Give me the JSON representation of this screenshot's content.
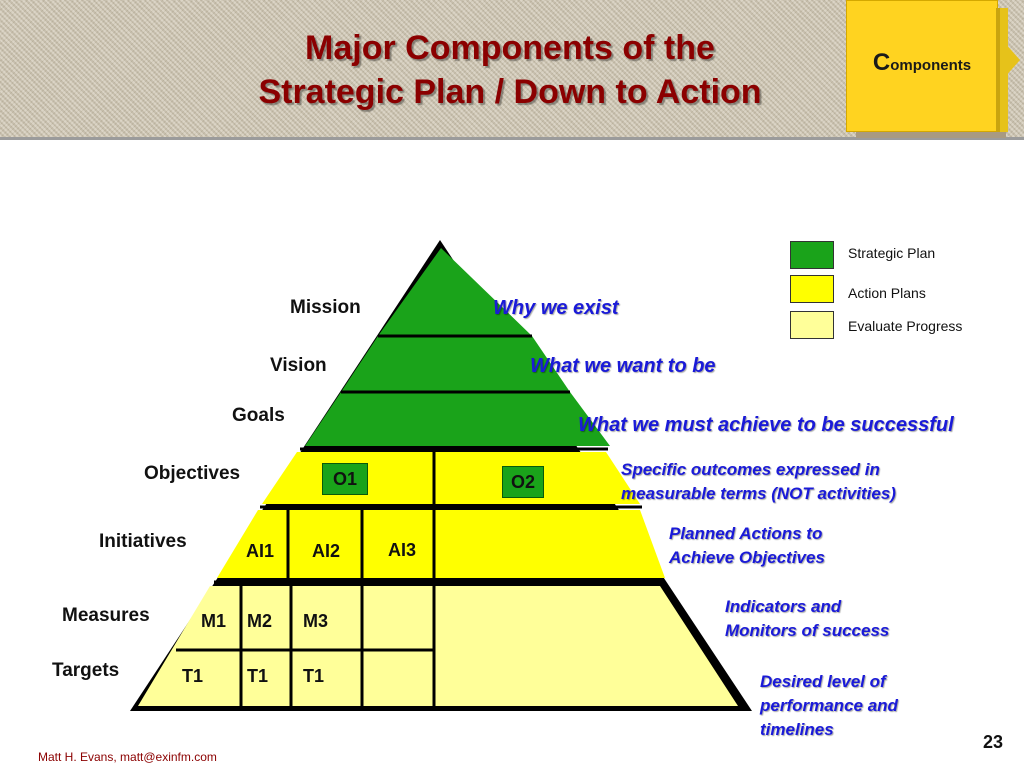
{
  "header": {
    "title_line1": "Major Components of the",
    "title_line2": "Strategic Plan / Down to Action",
    "badge_first_letter": "C",
    "badge_rest": "omponents"
  },
  "legend": [
    {
      "label": "Strategic Plan",
      "color": "#1aa31a"
    },
    {
      "label": "Action Plans",
      "color": "#ffff00"
    },
    {
      "label": "Evaluate Progress",
      "color": "#ffff99"
    }
  ],
  "levels": [
    {
      "label": "Mission",
      "description": "Why we exist",
      "color": "#1aa31a"
    },
    {
      "label": "Vision",
      "description": "What we want to be",
      "color": "#1aa31a"
    },
    {
      "label": "Goals",
      "description": "What we must achieve to be successful",
      "color": "#1aa31a"
    },
    {
      "label": "Objectives",
      "description_line1": "Specific outcomes expressed in",
      "description_line2": "measurable terms (NOT activities)",
      "color": "#ffff00"
    },
    {
      "label": "Initiatives",
      "description_line1": "Planned Actions to",
      "description_line2": "Achieve Objectives",
      "color": "#ffff00"
    },
    {
      "label": "Measures",
      "description_line1": "Indicators and",
      "description_line2": "Monitors of success",
      "color": "#ffff99"
    },
    {
      "label": "Targets",
      "description_line1": "Desired level of",
      "description_line2": "performance and",
      "description_line3": "timelines",
      "color": "#ffff99"
    }
  ],
  "cells": {
    "objectives": [
      "O1",
      "O2"
    ],
    "initiatives": [
      "AI1",
      "AI2",
      "AI3"
    ],
    "measures": [
      "M1",
      "M2",
      "M3"
    ],
    "targets": [
      "T1",
      "T1",
      "T1"
    ]
  },
  "footer": {
    "author": "Matt H. Evans, matt@exinfm.com",
    "page_number": "23"
  }
}
